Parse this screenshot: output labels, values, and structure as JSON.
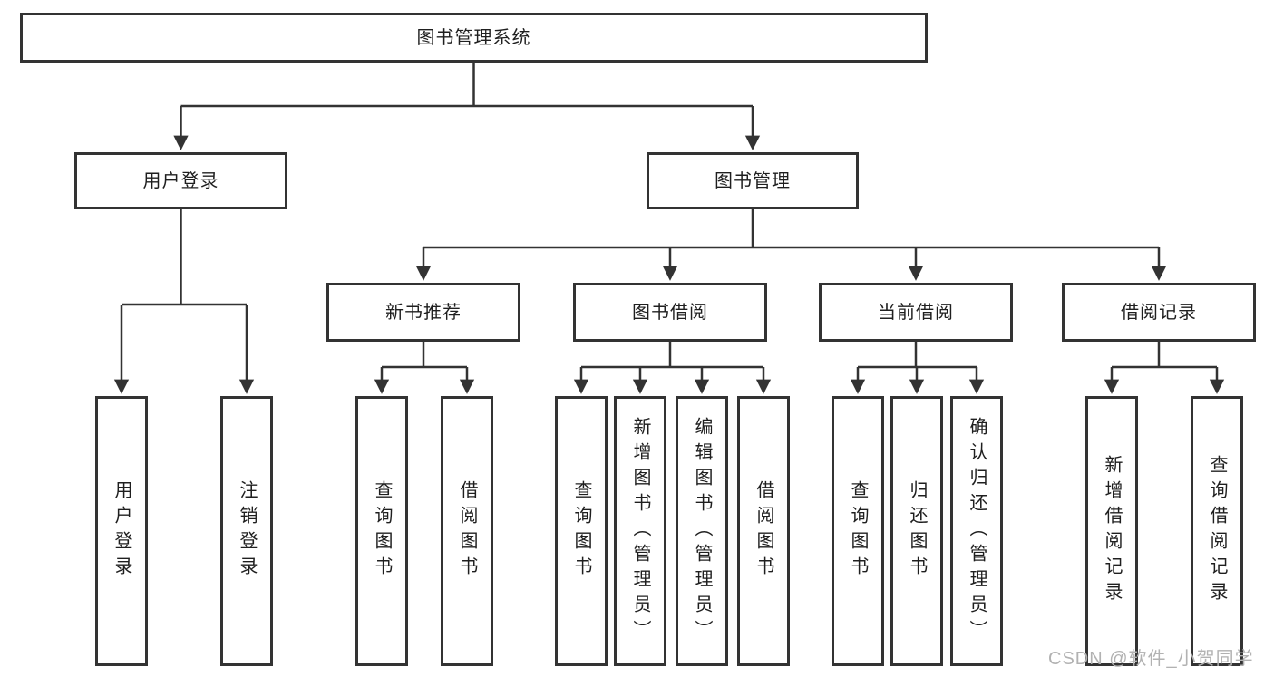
{
  "tree": {
    "root": {
      "label": "图书管理系统",
      "children": [
        {
          "label": "用户登录",
          "children": [
            {
              "label": "用户登录"
            },
            {
              "label": "注销登录"
            }
          ]
        },
        {
          "label": "图书管理",
          "children": [
            {
              "label": "新书推荐",
              "children": [
                {
                  "label": "查询图书"
                },
                {
                  "label": "借阅图书"
                }
              ]
            },
            {
              "label": "图书借阅",
              "children": [
                {
                  "label": "查询图书"
                },
                {
                  "label": "新增图书（管理员）"
                },
                {
                  "label": "编辑图书（管理员）"
                },
                {
                  "label": "借阅图书"
                }
              ]
            },
            {
              "label": "当前借阅",
              "children": [
                {
                  "label": "查询图书"
                },
                {
                  "label": "归还图书"
                },
                {
                  "label": "确认归还（管理员）"
                }
              ]
            },
            {
              "label": "借阅记录",
              "children": [
                {
                  "label": "新增借阅记录"
                },
                {
                  "label": "查询借阅记录"
                }
              ]
            }
          ]
        }
      ]
    }
  },
  "watermark": {
    "text": "CSDN @软件_小贺同学"
  },
  "colors": {
    "line": "#333333",
    "box_border": "#333333",
    "text": "#1f1f1f",
    "watermark": "#b2b2b2",
    "background": "#ffffff"
  }
}
